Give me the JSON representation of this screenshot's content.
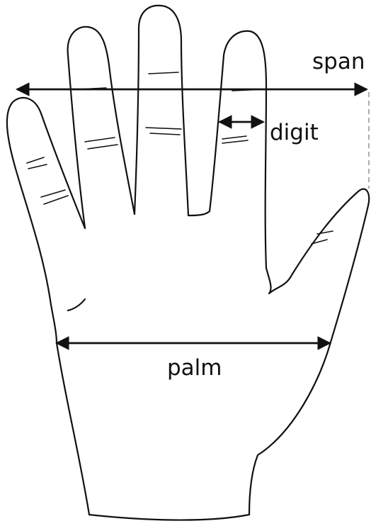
{
  "labels": {
    "span": "span",
    "digit": "digit",
    "palm": "palm"
  },
  "colors": {
    "outline": "#111111",
    "guide_dashed": "#9a9a9a",
    "background": "#ffffff"
  },
  "icons": {
    "arrowhead": "arrowhead-icon"
  }
}
